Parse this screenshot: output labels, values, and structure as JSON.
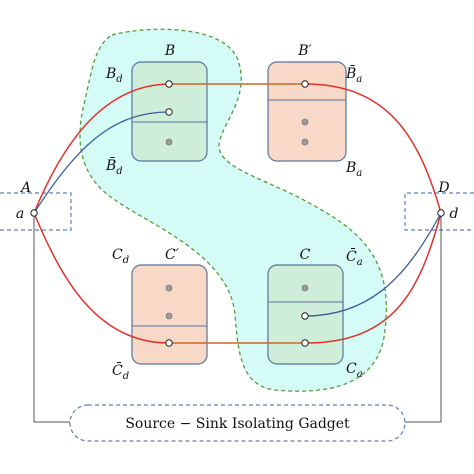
{
  "colors": {
    "region_fill": "#d4fbf6",
    "region_stroke": "#5a9a3a",
    "green_box_fill": "#cfeed9",
    "green_box_stroke": "#58739c",
    "orange_box_fill": "#f8d8c6",
    "orange_box_stroke": "#58739c",
    "red_path": "#e0322d",
    "blue_path": "#3b5d9e",
    "orange_path": "#c9843a",
    "dashed": "#5b7fbf",
    "node_fill": "#9c9c9c"
  },
  "labels": {
    "A": "A",
    "a": "a",
    "D": "D",
    "d": "d",
    "B": "B",
    "B_prime": "B′",
    "B_d": "B",
    "B_d_sub": "d",
    "B_a_bar": "B̄",
    "B_a_bar_sub": "a",
    "B_d_bar": "B̄",
    "B_d_bar_sub": "d",
    "B_a": "B",
    "B_a_sub": "a",
    "C": "C",
    "C_prime": "C′",
    "C_d": "C",
    "C_d_sub": "d",
    "C_a_bar": "C̄",
    "C_a_bar_sub": "a",
    "C_d_bar": "C̄",
    "C_d_bar_sub": "d",
    "C_a": "C",
    "C_a_sub": "a",
    "gadget": "Source − Sink Isolating Gadget"
  }
}
